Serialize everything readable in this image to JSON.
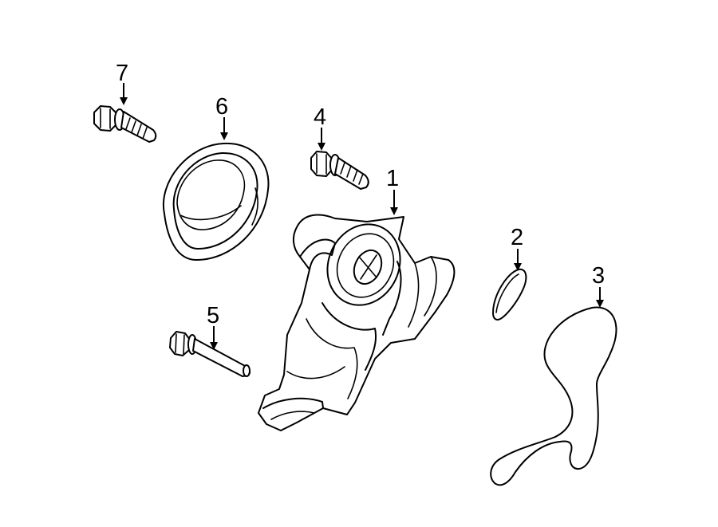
{
  "callouts": {
    "c1": "1",
    "c2": "2",
    "c3": "3",
    "c4": "4",
    "c5": "5",
    "c6": "6",
    "c7": "7"
  },
  "parts": {
    "p1": "water-pump-housing",
    "p2": "o-ring-seal",
    "p3": "pump-gasket",
    "p4": "flange-bolt-short",
    "p5": "long-bolt",
    "p6": "pulley",
    "p7": "flange-bolt"
  },
  "colors": {
    "line": "#000000",
    "background": "#ffffff"
  }
}
